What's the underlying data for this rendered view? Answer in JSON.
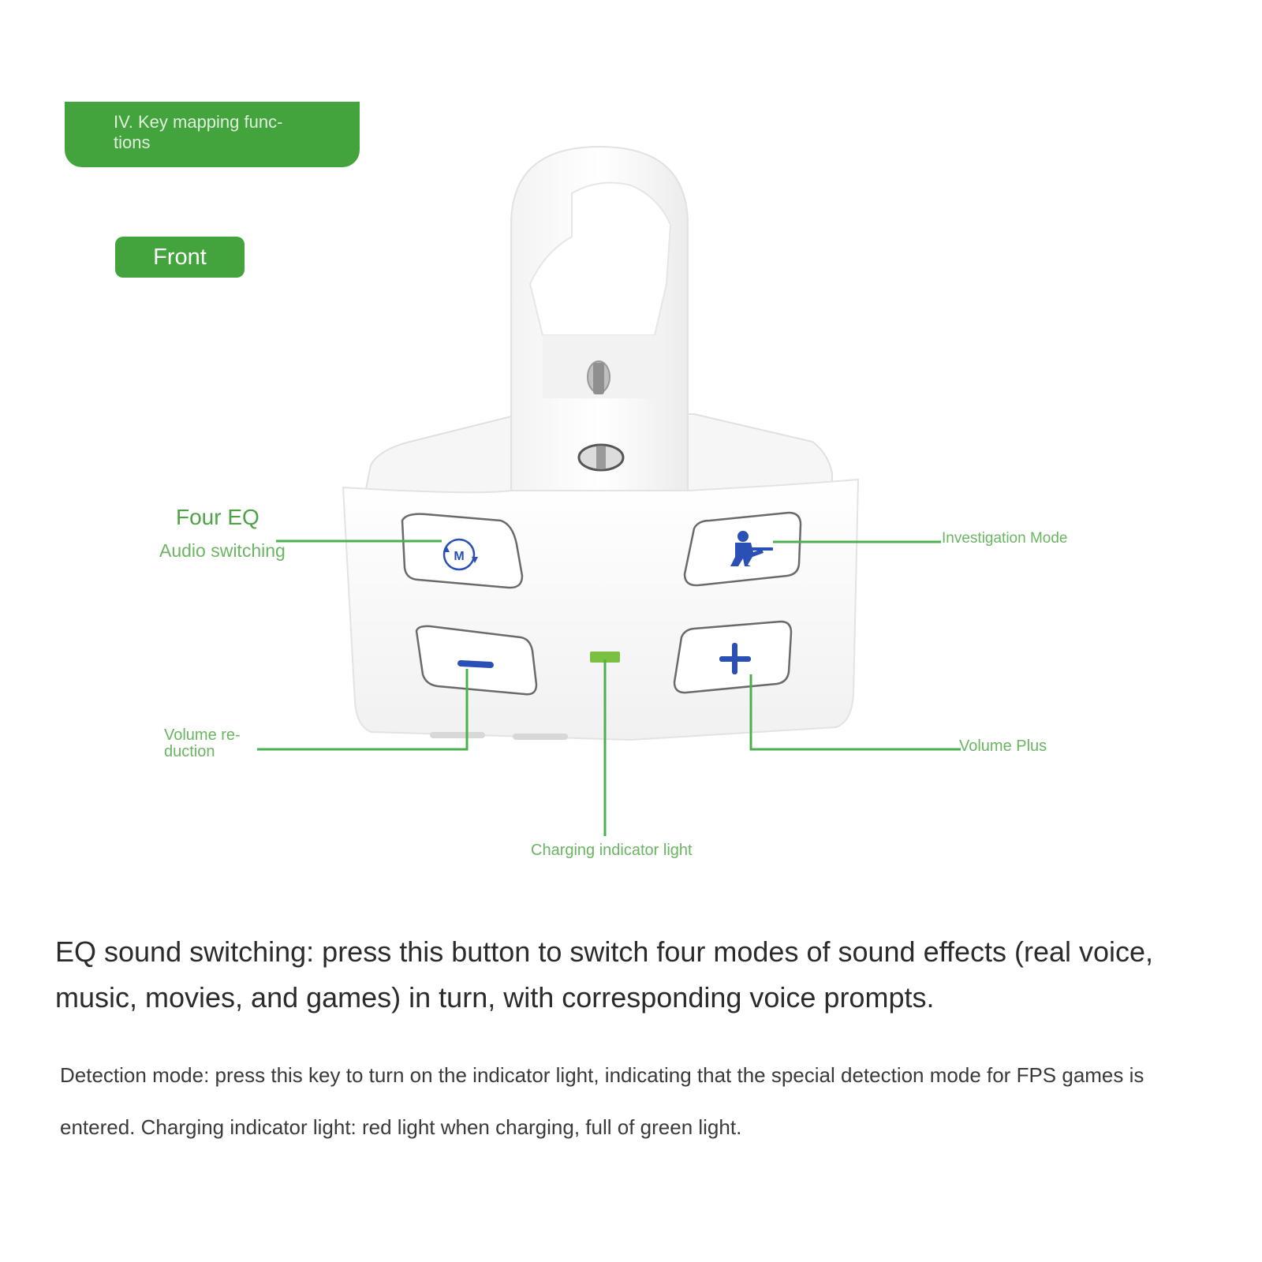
{
  "header": {
    "title": "IV. Key mapping func-tions"
  },
  "badge": {
    "label": "Front"
  },
  "labels": {
    "four_eq": "Four EQ",
    "audio_switching": "Audio switching",
    "investigation_mode": "Investigation Mode",
    "volume_reduction": "Volume re-duction",
    "volume_plus": "Volume Plus",
    "charging_light": "Charging indicator light"
  },
  "buttons": {
    "mode_icon_text": "M"
  },
  "description": {
    "eq": "EQ sound switching: press this button to switch four modes of sound effects (real voice, music, movies, and games) in turn, with corresponding voice prompts.",
    "detection": "Detection mode: press this key to turn on the indicator light, indicating that the special detection mode for FPS games is entered. Charging indicator light: red light when charging, full of green light."
  },
  "colors": {
    "accent_green": "#43a33d",
    "callout_green": "#4caf50",
    "icon_blue": "#2a4fb5",
    "led_green": "#7bc043"
  }
}
